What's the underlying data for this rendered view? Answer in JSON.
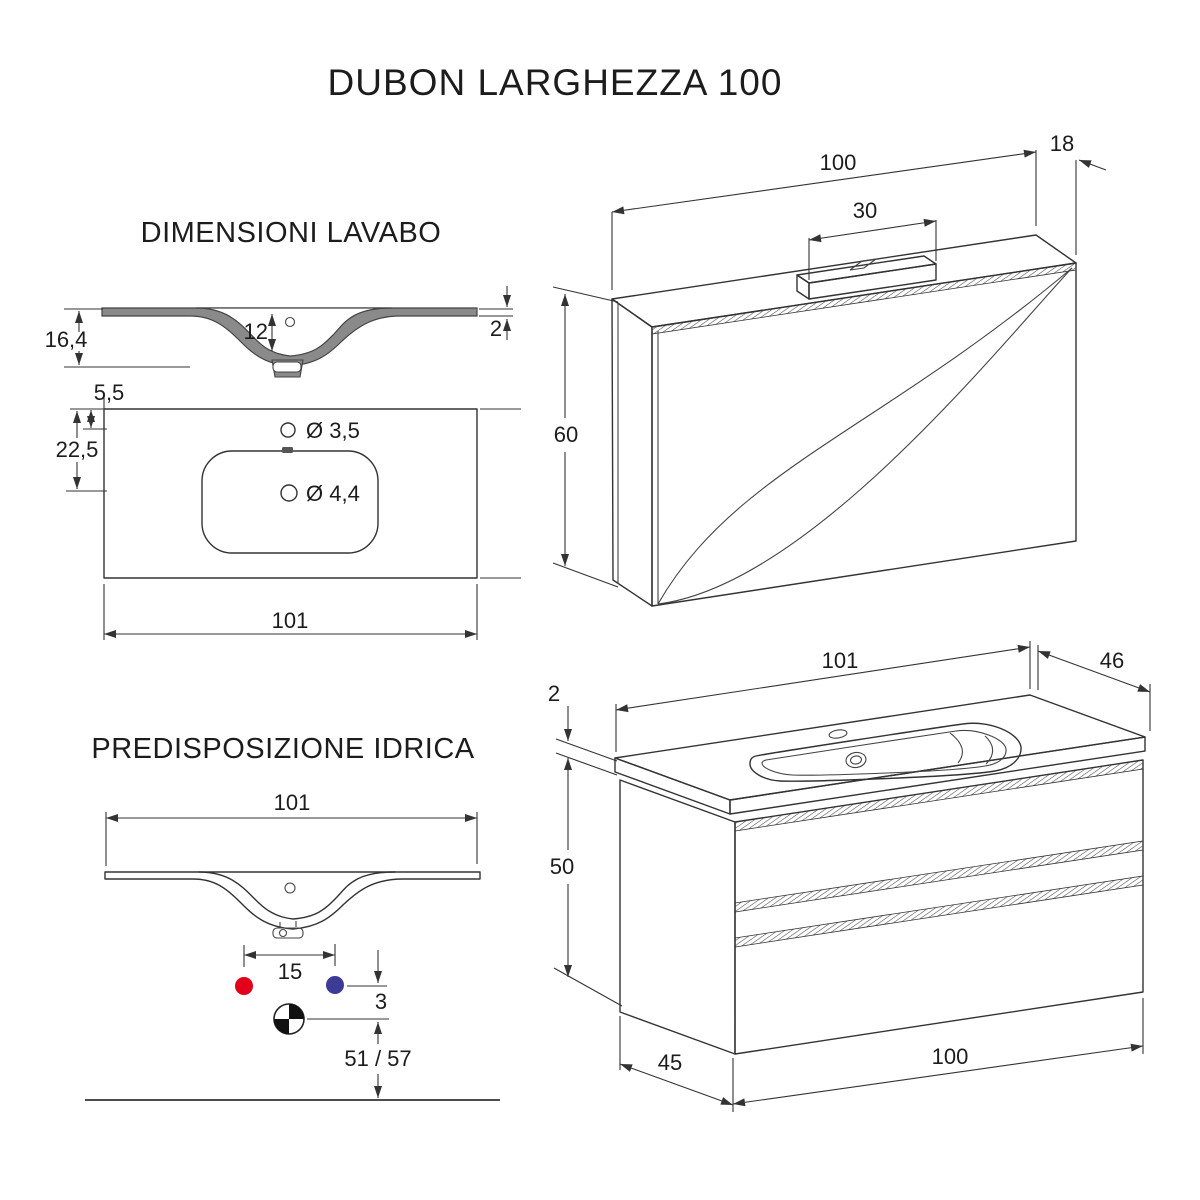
{
  "title": "DUBON LARGHEZZA 100",
  "colors": {
    "line": "#333333",
    "sink_section_fill": "#8a8a8a",
    "hot_water": "#e2001a",
    "cold_water": "#3c3c96"
  },
  "lavabo": {
    "section_title": "DIMENSIONI LAVABO",
    "side_view": {
      "total_height": "16,4",
      "bowl_depth": "12",
      "edge_thickness": "2"
    },
    "top_view": {
      "faucet_offset": "5,5",
      "drain_offset": "22,5",
      "faucet_hole_diameter": "Ø 3,5",
      "drain_hole_diameter": "Ø 4,4",
      "width": "101"
    }
  },
  "idrica": {
    "section_title": "PREDISPOSIZIONE IDRICA",
    "width": "101",
    "hot_cold_spacing": "15",
    "drain_offset_below": "3",
    "drain_height_range": "51 / 57"
  },
  "mirror_unit": {
    "width": "100",
    "depth": "18",
    "lamp_width": "30",
    "height": "60"
  },
  "base_unit": {
    "top_width": "101",
    "top_depth": "46",
    "top_thickness": "2",
    "height": "50",
    "body_depth": "45",
    "body_width": "100"
  }
}
